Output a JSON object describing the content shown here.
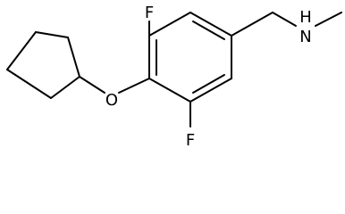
{
  "molecule": {
    "atoms": {
      "fluorine_top": "F",
      "fluorine_bottom": "F",
      "oxygen": "O",
      "nitrogen_hydrogen": "H",
      "nitrogen": "N"
    },
    "colors": {
      "bond": "#000000",
      "label": "#000000",
      "background": "#ffffff"
    }
  }
}
